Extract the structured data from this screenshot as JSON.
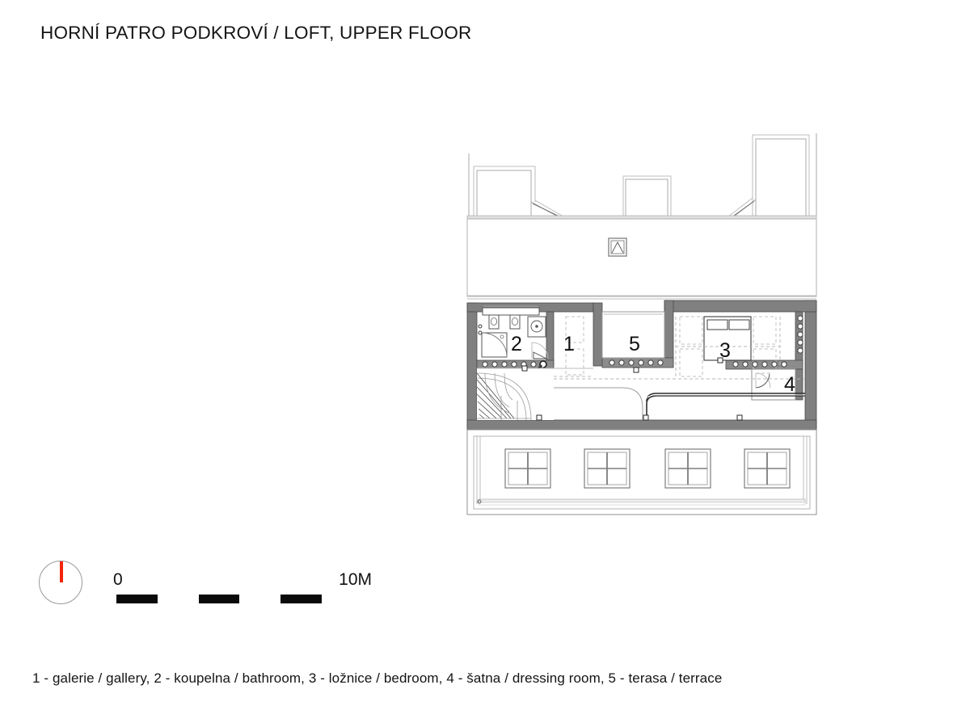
{
  "document": {
    "title": "HORNÍ PATRO PODKROVÍ / LOFT, UPPER FLOOR",
    "type": "architectural-floor-plan"
  },
  "rooms": [
    {
      "number": "1",
      "name_cs": "galerie",
      "name_en": "gallery"
    },
    {
      "number": "2",
      "name_cs": "koupelna",
      "name_en": "bathroom"
    },
    {
      "number": "3",
      "name_cs": "ložnice",
      "name_en": "bedroom"
    },
    {
      "number": "4",
      "name_cs": "šatna",
      "name_en": "dressing room"
    },
    {
      "number": "5",
      "name_cs": "terasa",
      "name_en": "terrace"
    }
  ],
  "legend": {
    "text": "1 - galerie / gallery, 2 - koupelna / bathroom, 3 - ložnice / bedroom, 4 - šatna / dressing room, 5 - terasa / terrace"
  },
  "scale_bar": {
    "min_label": "0",
    "max_label": "10M",
    "units": "M",
    "segments": [
      "dark",
      "light",
      "dark",
      "light",
      "dark"
    ]
  },
  "compass": {
    "north_label": "",
    "needle_color": "#f4250c",
    "orientation": "north-up"
  },
  "colors": {
    "wall_fill": "#808080",
    "wall_stroke": "#3c3c3c",
    "thin_line": "#9b9b9b",
    "roof_line": "#b4b4b4",
    "paper": "#ffffff",
    "ink": "#111111",
    "accent_red": "#f4250c"
  },
  "plan_features": {
    "dormers": 3,
    "roof_skylight_symbol": "chimney-vent",
    "elevation_windows": 4,
    "window_panes_each": 4,
    "staircase": "curved winder stair",
    "bathroom_fixtures": [
      "sink",
      "sink",
      "shower",
      "toilet"
    ],
    "bedroom_furniture": [
      "double bed",
      "nightstand",
      "nightstand",
      "wardrobe",
      "wardrobe"
    ],
    "balustrade": "circle balusters"
  }
}
